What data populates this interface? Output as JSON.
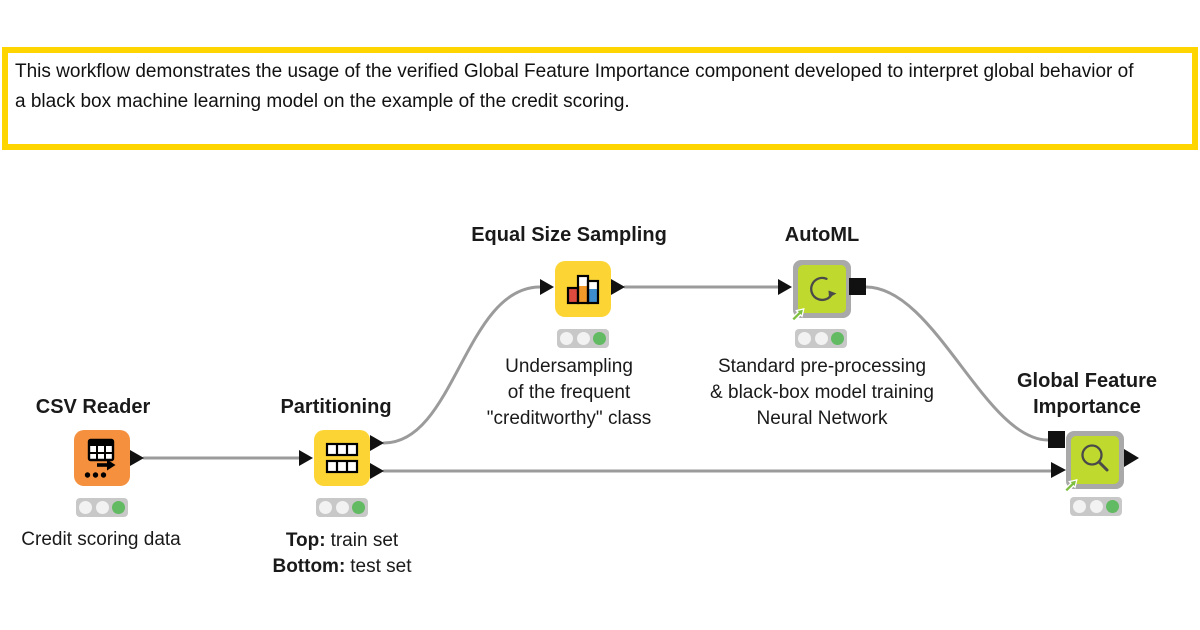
{
  "annotation": {
    "text": "This workflow demonstrates the usage of the verified Global Feature Importance component developed to interpret global behavior of a black box machine learning model on the example of the credit scoring."
  },
  "nodes": {
    "csv_reader": {
      "title": "CSV Reader",
      "comment": "Credit scoring data",
      "icon": "table-export-icon",
      "status": "executed-green"
    },
    "partitioning": {
      "title": "Partitioning",
      "comment_top_key": "Top:",
      "comment_top_value": "train set",
      "comment_bottom_key": "Bottom:",
      "comment_bottom_value": "test set",
      "icon": "table-split-icon",
      "status": "executed-green"
    },
    "equal_size_sampling": {
      "title": "Equal Size Sampling",
      "comment_lines": [
        "Undersampling",
        "of the frequent",
        "\"creditworthy\" class"
      ],
      "icon": "bar-chart-icon",
      "status": "executed-green"
    },
    "automl": {
      "title": "AutoML",
      "comment_lines": [
        "Standard pre-processing",
        "& black-box model training",
        "Neural Network"
      ],
      "icon": "refresh-loop-icon",
      "status": "executed-green"
    },
    "global_feature_importance": {
      "title_lines": [
        "Global Feature",
        "Importance"
      ],
      "icon": "magnifier-icon",
      "status": "executed-green"
    }
  },
  "colors": {
    "annotation_border": "#FFD500",
    "node_orange": "#F5913E",
    "node_yellow": "#FCD535",
    "component_frame": "#A9A9A9",
    "component_fill": "#BFD92E",
    "connector": "#9B9B9B",
    "port_black": "#111111",
    "traffic_bg": "#C8C8C8",
    "traffic_off": "#F2F2F2",
    "traffic_green": "#62BA62",
    "link_arrow_green": "#7FBF3F",
    "bar_red": "#DD4B3E",
    "bar_orange": "#F29A29",
    "bar_blue": "#3E8DCC"
  }
}
